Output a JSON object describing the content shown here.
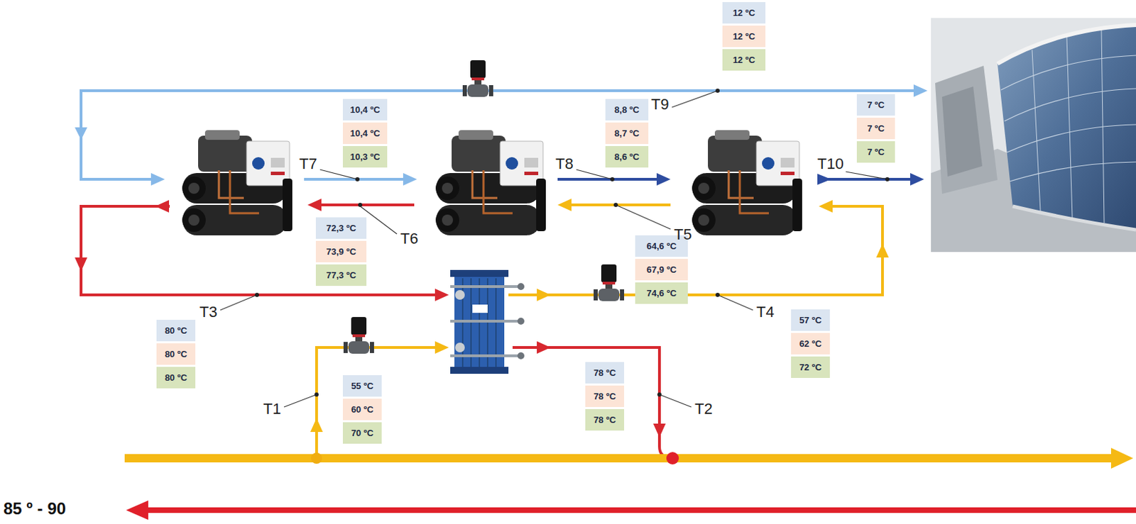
{
  "diagram": {
    "nodes": [
      {
        "text": [
          "12 ºC"
        ]
      },
      {
        "text": [
          "12 ºC"
        ]
      },
      {
        "text": [
          "12 ºC"
        ]
      },
      {
        "text": [
          "10,4 ºC"
        ]
      },
      {
        "text": [
          "10,4 ºC"
        ]
      },
      {
        "text": [
          "10,3 ºC"
        ]
      },
      {
        "text": [
          "8,8 ºC"
        ]
      },
      {
        "text": [
          "8,7 ºC"
        ]
      },
      {
        "text": [
          "8,6 ºC"
        ]
      },
      {
        "text": [
          "7 ºC"
        ]
      },
      {
        "text": [
          "7 ºC"
        ]
      },
      {
        "text": [
          "7 ºC"
        ]
      },
      {
        "text": [
          "72,3 ºC"
        ]
      },
      {
        "text": [
          "73,9 ºC"
        ]
      },
      {
        "text": [
          "77,3 ºC"
        ]
      },
      {
        "text": [
          "64,6 ºC"
        ]
      },
      {
        "text": [
          "67,9 ºC"
        ]
      },
      {
        "text": [
          "74,6 ºC"
        ]
      },
      {
        "text": [
          "57 ºC"
        ]
      },
      {
        "text": [
          "62 ºC"
        ]
      },
      {
        "text": [
          "72 ºC"
        ]
      },
      {
        "text": [
          "80 ºC"
        ]
      },
      {
        "text": [
          "80 ºC"
        ]
      },
      {
        "text": [
          "80 ºC"
        ]
      },
      {
        "text": [
          "78 ºC"
        ]
      },
      {
        "text": [
          "78 ºC"
        ]
      },
      {
        "text": [
          "78 ºC"
        ]
      },
      {
        "text": [
          "55 ºC"
        ]
      },
      {
        "text": [
          "60 ºC"
        ]
      },
      {
        "text": [
          "70 ºC"
        ]
      }
    ],
    "labels": [
      "T9",
      "T7",
      "T8",
      "T10",
      "T6",
      "T5",
      "T3",
      "T4",
      "T1",
      "T2",
      "85 º - 90"
    ]
  }
}
